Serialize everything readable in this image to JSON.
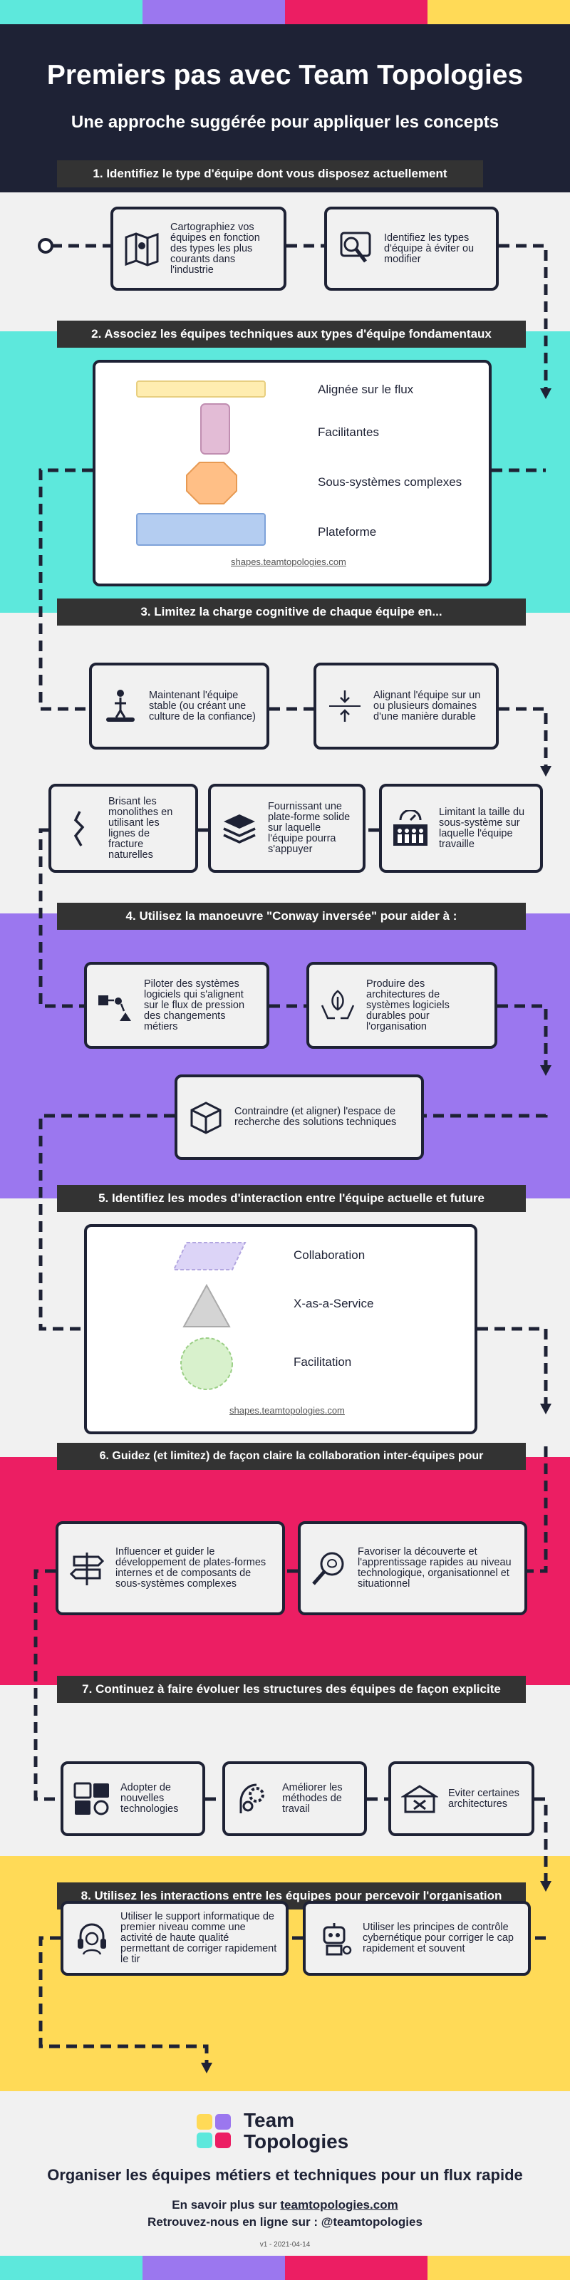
{
  "colors": {
    "navy": "#1e2235",
    "teal": "#5de8dc",
    "purple": "#9b77ef",
    "pink": "#ec1e63",
    "yellow": "#ffda57",
    "flow_yellow": "#ffedb0",
    "enabling_pink": "#e3bcd6",
    "subsystem_orange": "#ffbf86",
    "platform_blue": "#b4cdf1",
    "collab_lavender": "#dcd4f7",
    "xaas_grey": "#d4d4d4",
    "facilitation_green": "#d8f1cc"
  },
  "header": {
    "title": "Premiers pas avec Team Topologies",
    "subtitle": "Une approche suggérée pour appliquer les concepts"
  },
  "sections": [
    {
      "id": "s1",
      "title": "1. Identifiez le type d'équipe dont vous disposez actuellement"
    },
    {
      "id": "s2",
      "title": "2. Associez les équipes techniques aux types d'équipe fondamentaux"
    },
    {
      "id": "s3",
      "title": "3. Limitez la charge cognitive de chaque équipe en..."
    },
    {
      "id": "s4",
      "title": "4. Utilisez la manoeuvre \"Conway inversée\" pour aider à :"
    },
    {
      "id": "s5",
      "title": "5. Identifiez les modes d'interaction entre l'équipe actuelle et future"
    },
    {
      "id": "s6",
      "title": "6. Guidez (et limitez) de façon claire la collaboration inter-équipes pour"
    },
    {
      "id": "s7",
      "title": "7. Continuez à faire évoluer les structures des équipes de façon explicite"
    },
    {
      "id": "s8",
      "title": "8. Utilisez les interactions entre les équipes pour percevoir l'organisation"
    }
  ],
  "s1": {
    "cards": [
      {
        "icon": "map-icon",
        "text": "Cartographiez vos équipes en fonction des types les plus courants dans l'industrie"
      },
      {
        "icon": "magnifier-icon",
        "text": "Identifiez les types d'équipe à éviter ou  modifier"
      }
    ]
  },
  "s2": {
    "legend": [
      {
        "shape": "flow-aligned",
        "label": "Alignée sur le flux"
      },
      {
        "shape": "enabling",
        "label": "Facilitantes"
      },
      {
        "shape": "complicated-subsystem",
        "label": "Sous-systèmes complexes"
      },
      {
        "shape": "platform",
        "label": "Plateforme"
      }
    ],
    "source": "shapes.teamtopologies.com"
  },
  "s3": {
    "cards": [
      {
        "icon": "person-board-icon",
        "text": "Maintenant l'équipe stable (ou créant une culture de la confiance)"
      },
      {
        "icon": "converge-arrows-icon",
        "text": "Alignant l'équipe sur un ou plusieurs domaines d'une manière durable"
      },
      {
        "icon": "fracture-icon",
        "text": "Brisant les monolithes en utilisant les lignes de fracture naturelles"
      },
      {
        "icon": "layers-icon",
        "text": "Fournissant une plate-forme solide sur laquelle l'équipe pourra s'appuyer"
      },
      {
        "icon": "team-size-icon",
        "text": "Limitant la taille du sous-système sur laquelle l'équipe travaille"
      }
    ]
  },
  "s4": {
    "cards": [
      {
        "icon": "flow-shapes-icon",
        "text": "Piloter des systèmes logiciels qui s'alignent sur le flux de pression des changements métiers"
      },
      {
        "icon": "hands-leaf-icon",
        "text": "Produire des architectures de systèmes logiciels durables pour l'organisation"
      },
      {
        "icon": "cube-icon",
        "text": "Contraindre (et aligner) l'espace de recherche des solutions techniques"
      }
    ]
  },
  "s5": {
    "legend": [
      {
        "shape": "collaboration",
        "label": "Collaboration"
      },
      {
        "shape": "x-as-a-service",
        "label": "X-as-a-Service"
      },
      {
        "shape": "facilitation",
        "label": "Facilitation"
      }
    ],
    "source": "shapes.teamtopologies.com"
  },
  "s6": {
    "cards": [
      {
        "icon": "signpost-icon",
        "text": "Influencer et guider le développement de plates-formes internes et de composants de sous-systèmes complexes"
      },
      {
        "icon": "search-brain-icon",
        "text": "Favoriser la découverte et l'apprentissage rapides au niveau technologique, organisationnel et situationnel"
      }
    ]
  },
  "s7": {
    "cards": [
      {
        "icon": "tech-icon",
        "text": "Adopter de nouvelles technologies"
      },
      {
        "icon": "gears-head-icon",
        "text": "Améliorer les méthodes de travail"
      },
      {
        "icon": "architecture-icon",
        "text": "Eviter certaines architectures"
      }
    ]
  },
  "s8": {
    "cards": [
      {
        "icon": "headset-icon",
        "text": "Utiliser le support informatique de premier niveau comme une activité de haute qualité permettant de corriger rapidement le tir"
      },
      {
        "icon": "robot-icon",
        "text": "Utiliser les principes de contrôle cybernétique pour corriger le cap rapidement et souvent"
      }
    ]
  },
  "footer": {
    "logo_line1": "Team",
    "logo_line2": "Topologies",
    "tagline": "Organiser les équipes métiers et techniques pour un flux  rapide",
    "more_prefix": "En savoir plus sur ",
    "more_link": "teamtopologies.com",
    "online": "Retrouvez-nous en ligne sur : @teamtopologies",
    "version": "v1 - 2021-04-14"
  }
}
